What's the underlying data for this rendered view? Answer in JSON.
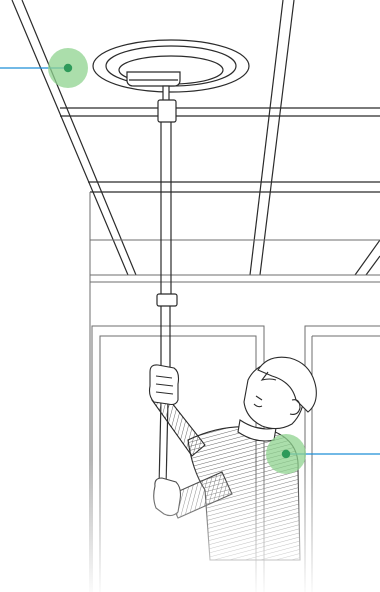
{
  "colors": {
    "line": "#2b2b2b",
    "line_light": "#6e6e6e",
    "hotspot_fill": "#8fd38f",
    "hotspot_dot": "#2e9a5a",
    "callout_line": "#1f8fd6",
    "background": "#ffffff"
  },
  "hotspots": [
    {
      "name": "ceiling-mount-hotspot",
      "target": "ceiling-mounted-device"
    },
    {
      "name": "installer-hotspot",
      "target": "installer-person"
    }
  ]
}
